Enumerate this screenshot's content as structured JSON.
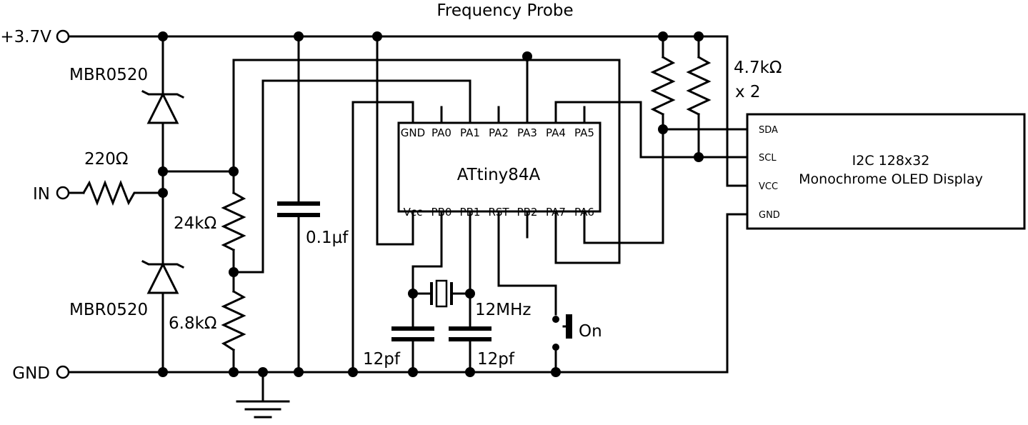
{
  "title": "Frequency Probe",
  "terminals": {
    "vplus": "+3.7V",
    "input": "IN",
    "ground": "GND"
  },
  "components": {
    "diode_top": "MBR0520",
    "diode_bottom": "MBR0520",
    "r_input": "220Ω",
    "r_divider_top": "24kΩ",
    "r_divider_bottom": "6.8kΩ",
    "cap_decoupling": "0.1µf",
    "crystal": "12MHz",
    "cap_crystal_left": "12pf",
    "cap_crystal_right": "12pf",
    "button": "On",
    "pullups_value": "4.7kΩ",
    "pullups_count": "x 2"
  },
  "mcu": {
    "name": "ATtiny84A",
    "top_pins": [
      "GND",
      "PA0",
      "PA1",
      "PA2",
      "PA3",
      "PA4",
      "PA5"
    ],
    "bottom_pins": [
      "Vcc",
      "PB0",
      "PB1",
      "RST",
      "PB2",
      "PA7",
      "PA6"
    ]
  },
  "oled": {
    "line1": "I2C 128x32",
    "line2": "Monochrome OLED Display",
    "pins": [
      "SDA",
      "SCL",
      "VCC",
      "GND"
    ]
  }
}
